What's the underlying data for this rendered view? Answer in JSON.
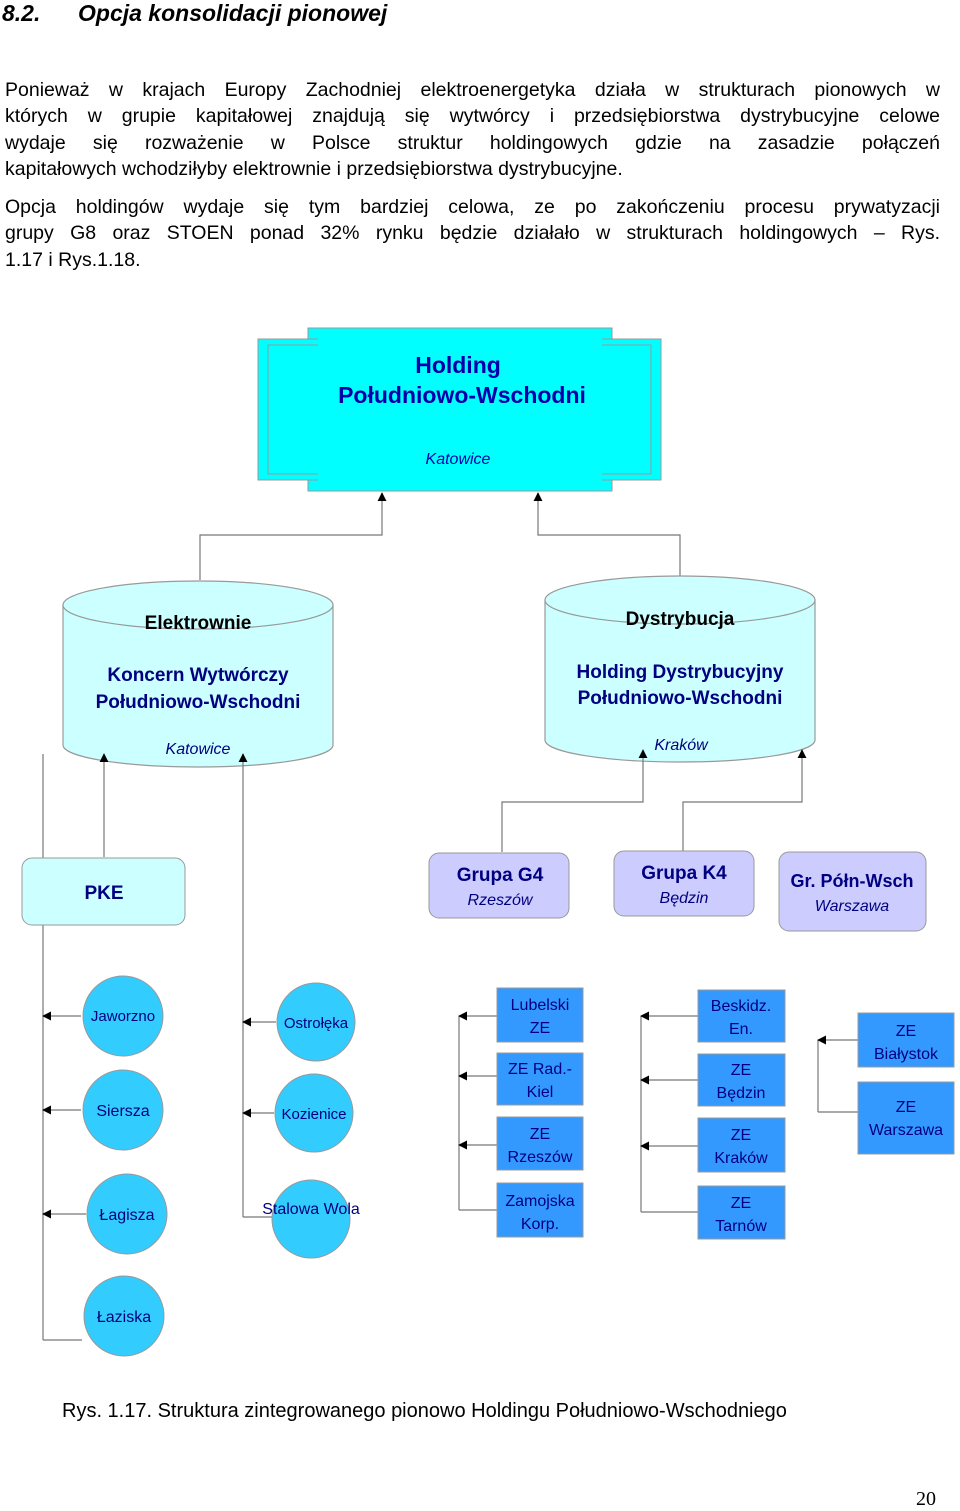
{
  "heading": {
    "number": "8.2.",
    "title": "Opcja konsolidacji pionowej"
  },
  "paragraph1": [
    "Ponieważ w krajach Europy Zachodniej elektroenergetyka działa w strukturach pionowych w",
    "których w grupie kapitałowej znajdują się wytwórcy i przedsiębiorstwa dystrybucyjne celowe",
    "wydaje się rozważenie w Polsce struktur holdingowych gdzie na zasadzie połączeń",
    "kapitałowych wchodziłyby elektrownie i przedsiębiorstwa dystrybucyjne."
  ],
  "paragraph2": [
    "Opcja holdingów wydaje się tym bardziej celowa, ze po zakończeniu procesu prywatyzacji",
    "grupy G8 oraz STOEN ponad 32% rynku będzie działało w strukturach holdingowych – Rys.",
    "1.17 i  Rys.1.18."
  ],
  "diagram": {
    "holding": {
      "line1": "Holding",
      "line2": "Południowo-Wschodni",
      "city": "Katowice"
    },
    "elektrownie": {
      "title": "Elektrownie",
      "line1": "Koncern Wytwórczy",
      "line2": "Południowo-Wschodni",
      "city": "Katowice"
    },
    "dystrybucja": {
      "title": "Dystrybucja",
      "line1": "Holding Dystrybucyjny",
      "line2": "Południowo-Wschodni",
      "city": "Kraków"
    },
    "pke": "PKE",
    "g4": {
      "name": "Grupa G4",
      "city": "Rzeszów"
    },
    "k4": {
      "name": "Grupa K4",
      "city": "Będzin"
    },
    "gr": {
      "name": "Gr. Półn-Wsch",
      "city": "Warszawa"
    },
    "plants_col1": [
      "Jaworzno",
      "Siersza",
      "Łagisza",
      "Łaziska"
    ],
    "plants_col2": [
      "Ostrołęka",
      "Kozienice",
      "Stalowa Wola"
    ],
    "g4_members": [
      [
        "Lubelski",
        "ZE"
      ],
      [
        "ZE Rad.-",
        "Kiel"
      ],
      [
        "ZE",
        "Rzeszów"
      ],
      [
        "Zamojska",
        "Korp."
      ]
    ],
    "k4_members": [
      [
        "Beskidz.",
        "En."
      ],
      [
        "ZE",
        "Będzin"
      ],
      [
        "ZE",
        "Kraków"
      ],
      [
        "ZE",
        "Tarnów"
      ]
    ],
    "gr_members": [
      [
        "ZE",
        "Białystok"
      ],
      [
        "ZE",
        "Warszawa"
      ]
    ],
    "colors": {
      "holding": "#00ffff",
      "cylinder": "#ccffff",
      "group": "#ccccff",
      "plant": "#33ccff",
      "member": "#3399ff",
      "pke": "#ccffff"
    }
  },
  "caption": "Rys. 1.17. Struktura zintegrowanego pionowo Holdingu Południowo-Wschodniego",
  "page_number": "20"
}
